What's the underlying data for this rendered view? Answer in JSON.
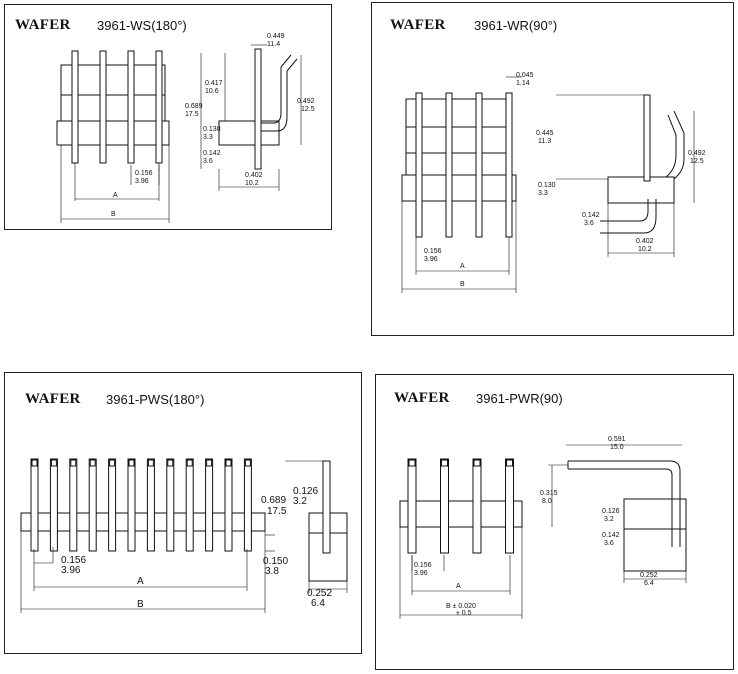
{
  "panels": {
    "ws": {
      "brand": "WAFER",
      "model": "3961-WS(180°)",
      "dims": {
        "a": "A",
        "b": "B",
        "pitch_in": "0.156",
        "pitch_mm": "3.96",
        "top_in": "0.449",
        "top_mm": "11.4",
        "upper_in": "0.417",
        "upper_mm": "10.6",
        "total_in": "0.689",
        "total_mm": "17.5",
        "tail_in": "0.130",
        "tail_mm": "3.3",
        "low_in": "0.142",
        "low_mm": "3.6",
        "width_in": "0.402",
        "width_mm": "10.2",
        "arc_in": "0.492",
        "arc_mm": "12.5"
      }
    },
    "wr": {
      "brand": "WAFER",
      "model": "3961-WR(90°)",
      "dims": {
        "a": "A",
        "b": "B",
        "pitch_in": "0.156",
        "pitch_mm": "3.96",
        "top_in": "0.045",
        "top_mm": "1.14",
        "upper_in": "0.445",
        "upper_mm": "11.3",
        "tail_in": "0.130",
        "tail_mm": "3.3",
        "low_in": "0.142",
        "low_mm": "3.6",
        "width_in": "0.402",
        "width_mm": "10.2",
        "arc_in": "0.492",
        "arc_mm": "12.5"
      }
    },
    "pws": {
      "brand": "WAFER",
      "model": "3961-PWS(180°)",
      "dims": {
        "a": "A",
        "b": "B",
        "pitch_in": "0.156",
        "pitch_mm": "3.96",
        "total_in": "0.689",
        "total_mm": "17.5",
        "top_in": "0.126",
        "top_mm": "3.2",
        "tail_in": "0.150",
        "tail_mm": "3.8",
        "width_in": "0.252",
        "width_mm": "6.4"
      }
    },
    "pwr": {
      "brand": "WAFER",
      "model": "3961-PWR(90)",
      "dims": {
        "a": "A",
        "b": "B ± 0.020",
        "b_tol": "± 0.5",
        "pitch_in": "0.156",
        "pitch_mm": "3.96",
        "len_in": "0.591",
        "len_mm": "15.0",
        "rise_in": "0.315",
        "rise_mm": "8.0",
        "top_in": "0.126",
        "top_mm": "3.2",
        "low_in": "0.142",
        "low_mm": "3.6",
        "width_in": "0.252",
        "width_mm": "6.4"
      }
    }
  }
}
